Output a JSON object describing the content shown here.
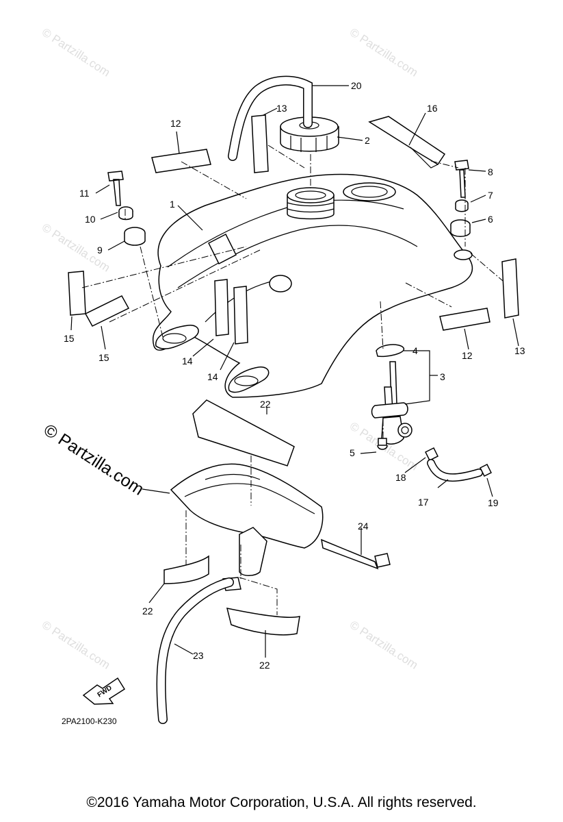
{
  "watermark": {
    "text": "© Partzilla.com",
    "main_text": "© Partzilla.com"
  },
  "diagram_code": "2PA2100-K230",
  "fwd_label": "FWD",
  "copyright": "©2016  Yamaha Motor Corporation, U.S.A. All rights reserved.",
  "callouts": [
    "1",
    "2",
    "3",
    "4",
    "5",
    "6",
    "7",
    "8",
    "9",
    "10",
    "11",
    "12",
    "12",
    "13",
    "13",
    "14",
    "14",
    "15",
    "15",
    "16",
    "17",
    "18",
    "19",
    "20",
    "22",
    "22",
    "22",
    "23",
    "24"
  ]
}
